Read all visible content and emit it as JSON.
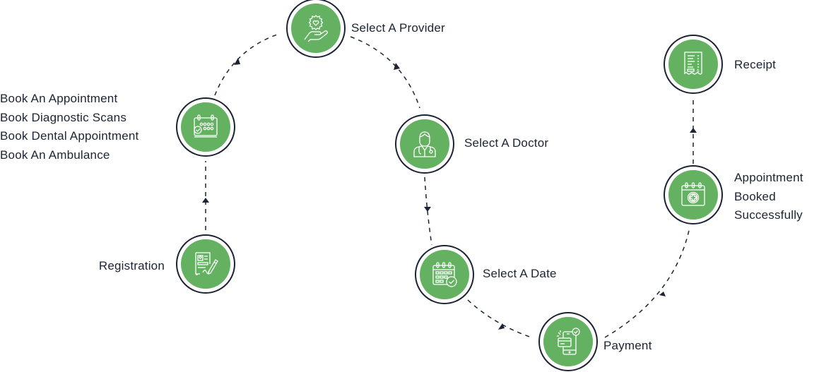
{
  "title": "Appointment Booking Flow",
  "colors": {
    "node_fill": "#63b161",
    "node_ring": "#1c2433",
    "connector": "#1c2433",
    "icon_stroke": "#ffffff",
    "text": "#1c2433"
  },
  "steps": [
    {
      "id": "registration",
      "icon": "document-sign-icon",
      "label_lines": [
        "Registration"
      ]
    },
    {
      "id": "booking-options",
      "icon": "calendar-check-icon",
      "label_lines": [
        "Book An Appointment",
        "Book Diagnostic Scans",
        "Book Dental Appointment",
        "Book An Ambulance"
      ]
    },
    {
      "id": "select-provider",
      "icon": "hand-heart-icon",
      "label_lines": [
        "Select A Provider"
      ]
    },
    {
      "id": "select-doctor",
      "icon": "doctor-icon",
      "label_lines": [
        "Select A Doctor"
      ]
    },
    {
      "id": "select-date",
      "icon": "calendar-date-check-icon",
      "label_lines": [
        "Select A Date"
      ]
    },
    {
      "id": "payment",
      "icon": "mobile-payment-icon",
      "label_lines": [
        "Payment"
      ]
    },
    {
      "id": "appointment-booked",
      "icon": "calendar-medical-icon",
      "label_lines": [
        "Appointment",
        "Booked",
        "Successfully"
      ]
    },
    {
      "id": "receipt",
      "icon": "receipt-icon",
      "label_lines": [
        "Receipt"
      ]
    }
  ]
}
